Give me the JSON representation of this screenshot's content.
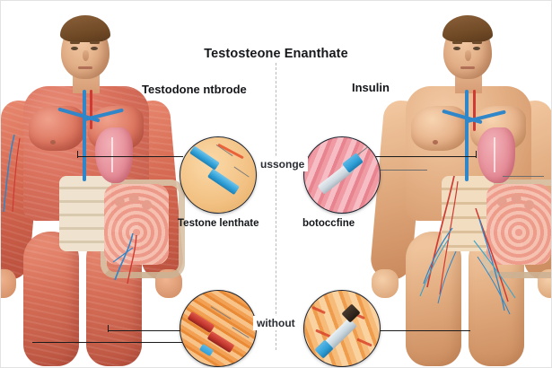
{
  "title": "Testosteone Enanthate",
  "labels": {
    "left_top": "Testodone ntbrode",
    "right_top": "Insulin",
    "mid_top": "ussonge",
    "mid_bottom": "without",
    "caption_left": "Testone lenthate",
    "caption_right": "botoccfine"
  },
  "figures": [
    {
      "side": "left",
      "name": "muscular-anatomy-figure",
      "description": "male figure with exposed musculature, lung and intestines"
    },
    {
      "side": "right",
      "name": "vascular-anatomy-figure",
      "description": "male figure with skin tone and visible vasculature"
    }
  ],
  "insets": [
    {
      "id": "top-left",
      "name": "syringe-inset-testosterone",
      "contents": "two blue syringes on tan tissue"
    },
    {
      "id": "top-right",
      "name": "syringe-inset-insulin",
      "contents": "blue syringe on pink muscle fibers"
    },
    {
      "id": "bottom-left",
      "name": "syringe-inset-red",
      "contents": "two red syringes on orange tissue"
    },
    {
      "id": "bottom-right",
      "name": "syringe-inset-blue",
      "contents": "blue syringe on orange tissue"
    }
  ],
  "colors": {
    "muscle": "#d9705c",
    "skin": "#e3ae83",
    "lung": "#e58d98",
    "vein_blue": "#2f86c9",
    "artery_red": "#cf3a33",
    "syringe_blue": "#2f9fd6",
    "syringe_red": "#c0352c",
    "inset_border": "#1d2430",
    "divider": "#b9b9b9",
    "text": "#14161a"
  }
}
